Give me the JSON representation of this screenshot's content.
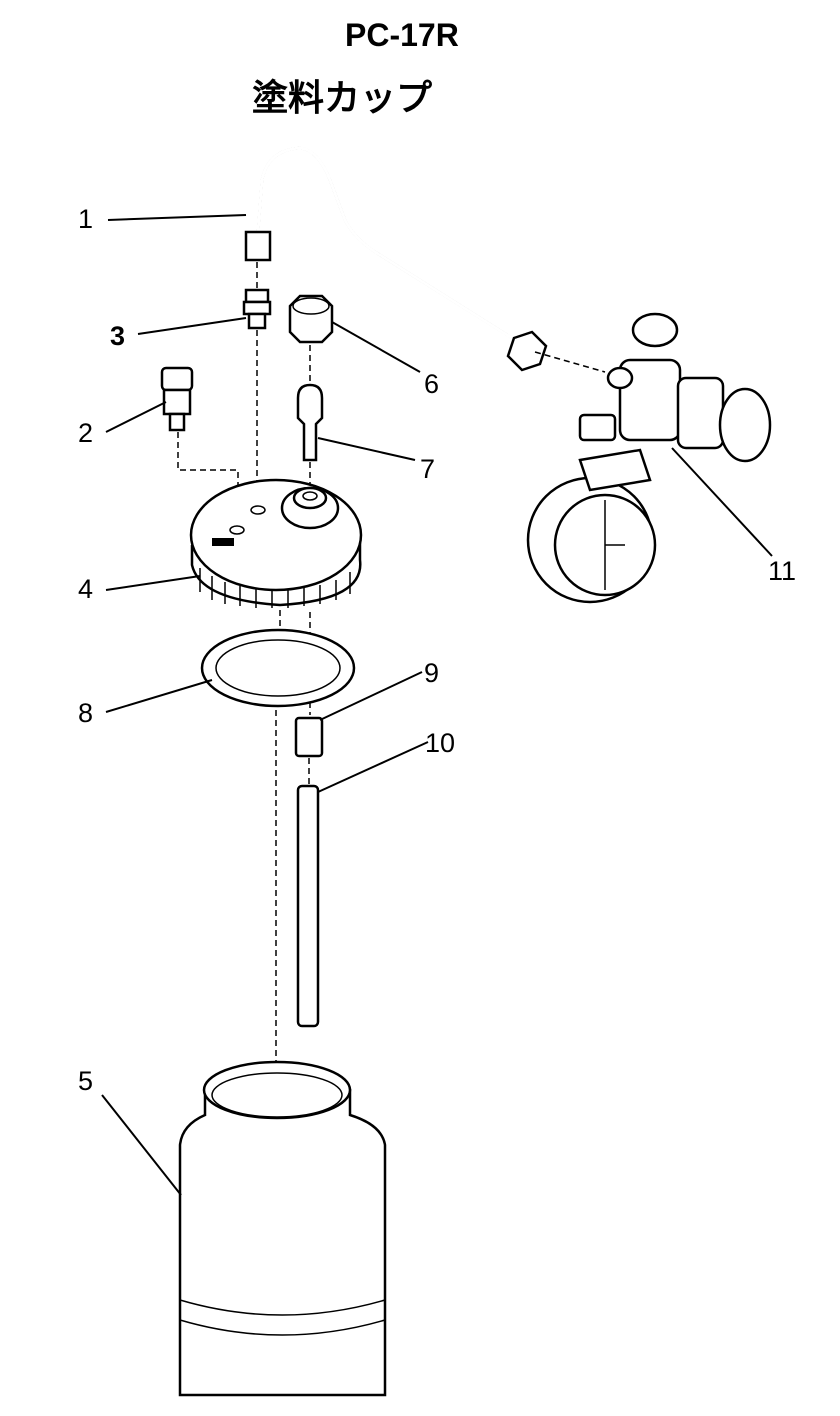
{
  "header": {
    "model": "PC-17R",
    "subtitle": "塗料カップ"
  },
  "callouts": [
    {
      "number": "1",
      "part": "tube"
    },
    {
      "number": "2",
      "part": "fitting"
    },
    {
      "number": "3",
      "part": "nipple"
    },
    {
      "number": "4",
      "part": "cup-lid"
    },
    {
      "number": "5",
      "part": "cup"
    },
    {
      "number": "6",
      "part": "nut"
    },
    {
      "number": "7",
      "part": "joint"
    },
    {
      "number": "8",
      "part": "gasket"
    },
    {
      "number": "9",
      "part": "nut"
    },
    {
      "number": "10",
      "part": "suction-tube"
    },
    {
      "number": "11",
      "part": "regulator"
    }
  ]
}
